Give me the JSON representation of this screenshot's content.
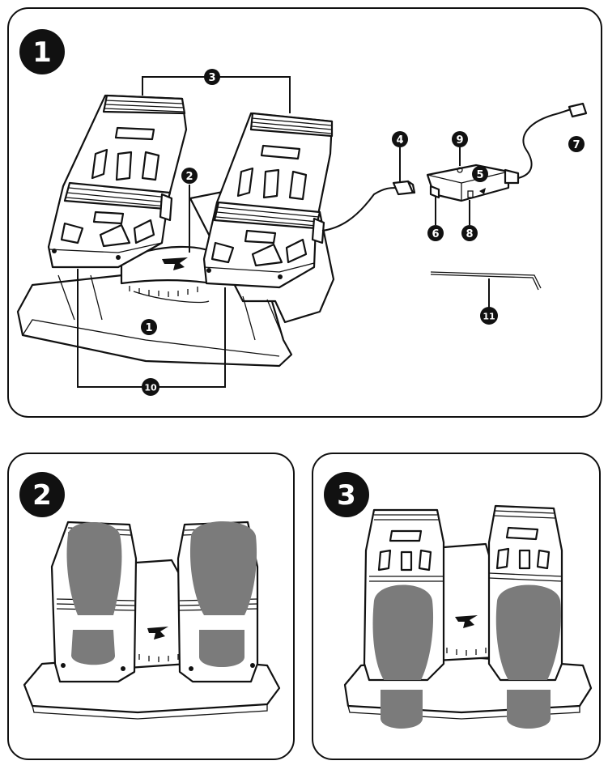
{
  "figure_numbers": [
    "1",
    "2",
    "3"
  ],
  "part_labels": {
    "base": "1",
    "center_plate": "2",
    "footrests": "3",
    "rj12_connector": "4",
    "usb_adapter_box": "5",
    "rj12_port": "6",
    "usb_connector": "7",
    "mode_selector": "8",
    "led": "9",
    "heel_rests": "10",
    "allen_key": "11"
  },
  "colors": {
    "ink": "#111111",
    "foot_print": "#7b7b7b",
    "background": "#ffffff"
  }
}
